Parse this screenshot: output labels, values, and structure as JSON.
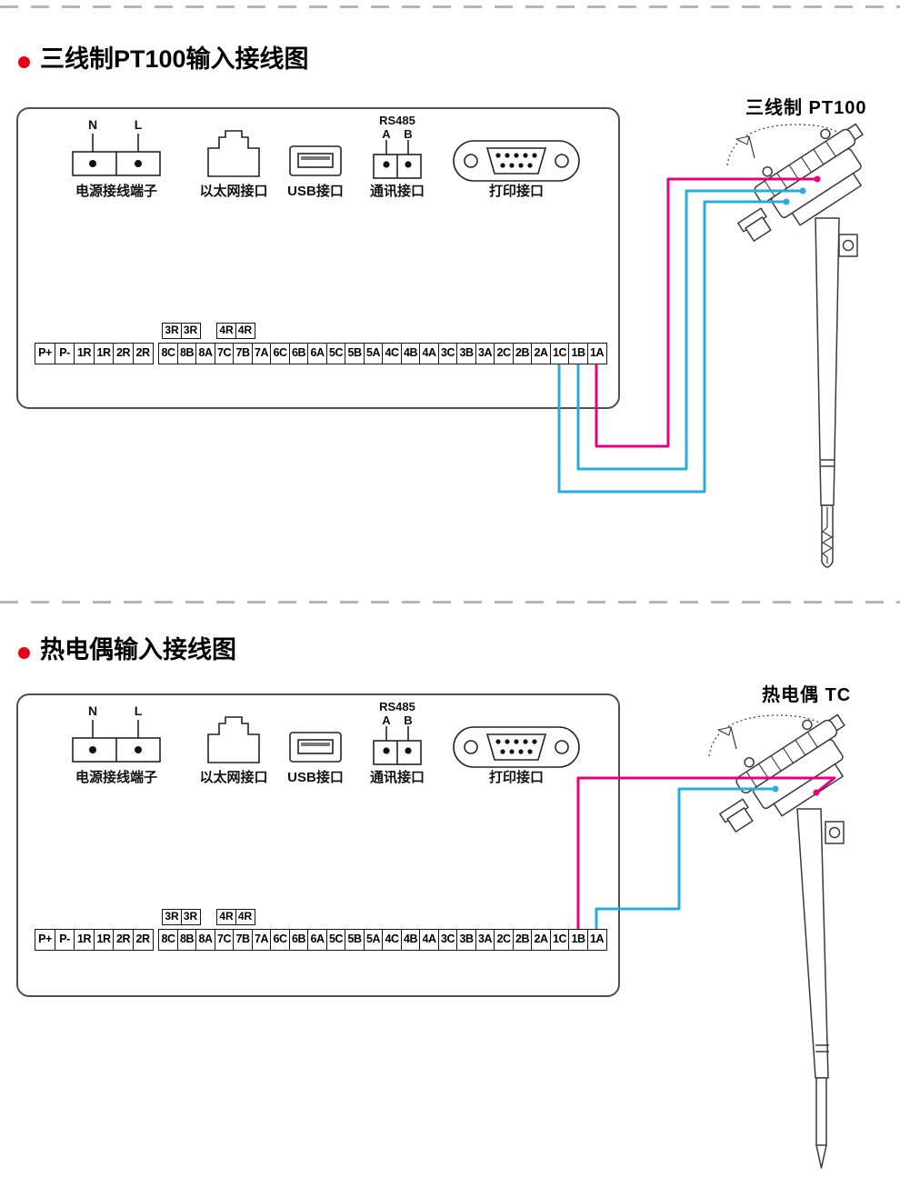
{
  "sections": [
    {
      "title": "三线制PT100输入接线图",
      "sensor_label": "三线制 PT100"
    },
    {
      "title": "热电偶输入接线图",
      "sensor_label": "热电偶 TC"
    }
  ],
  "panel": {
    "power": {
      "label": "电源接线端子",
      "pins": [
        "N",
        "L"
      ]
    },
    "ethernet": {
      "label": "以太网接口"
    },
    "usb": {
      "label": "USB接口"
    },
    "comm": {
      "label": "通讯接口",
      "bus": "RS485",
      "pins": [
        "A",
        "B"
      ]
    },
    "printer": {
      "label": "打印接口"
    },
    "relay_left": [
      "3R",
      "3R"
    ],
    "relay_right": [
      "4R",
      "4R"
    ],
    "left_terminals": [
      "P+",
      "P-",
      "1R",
      "1R",
      "2R",
      "2R"
    ],
    "main_terminals": [
      "8C",
      "8B",
      "8A",
      "7C",
      "7B",
      "7A",
      "6C",
      "6B",
      "6A",
      "5C",
      "5B",
      "5A",
      "4C",
      "4B",
      "4A",
      "3C",
      "3B",
      "3A",
      "2C",
      "2B",
      "2A",
      "1C",
      "1B",
      "1A"
    ]
  },
  "colors": {
    "accent_red": "#e60012",
    "wire_magenta": "#e6007e",
    "wire_cyan": "#29abe2",
    "dash_gray": "#b5b5b5"
  }
}
